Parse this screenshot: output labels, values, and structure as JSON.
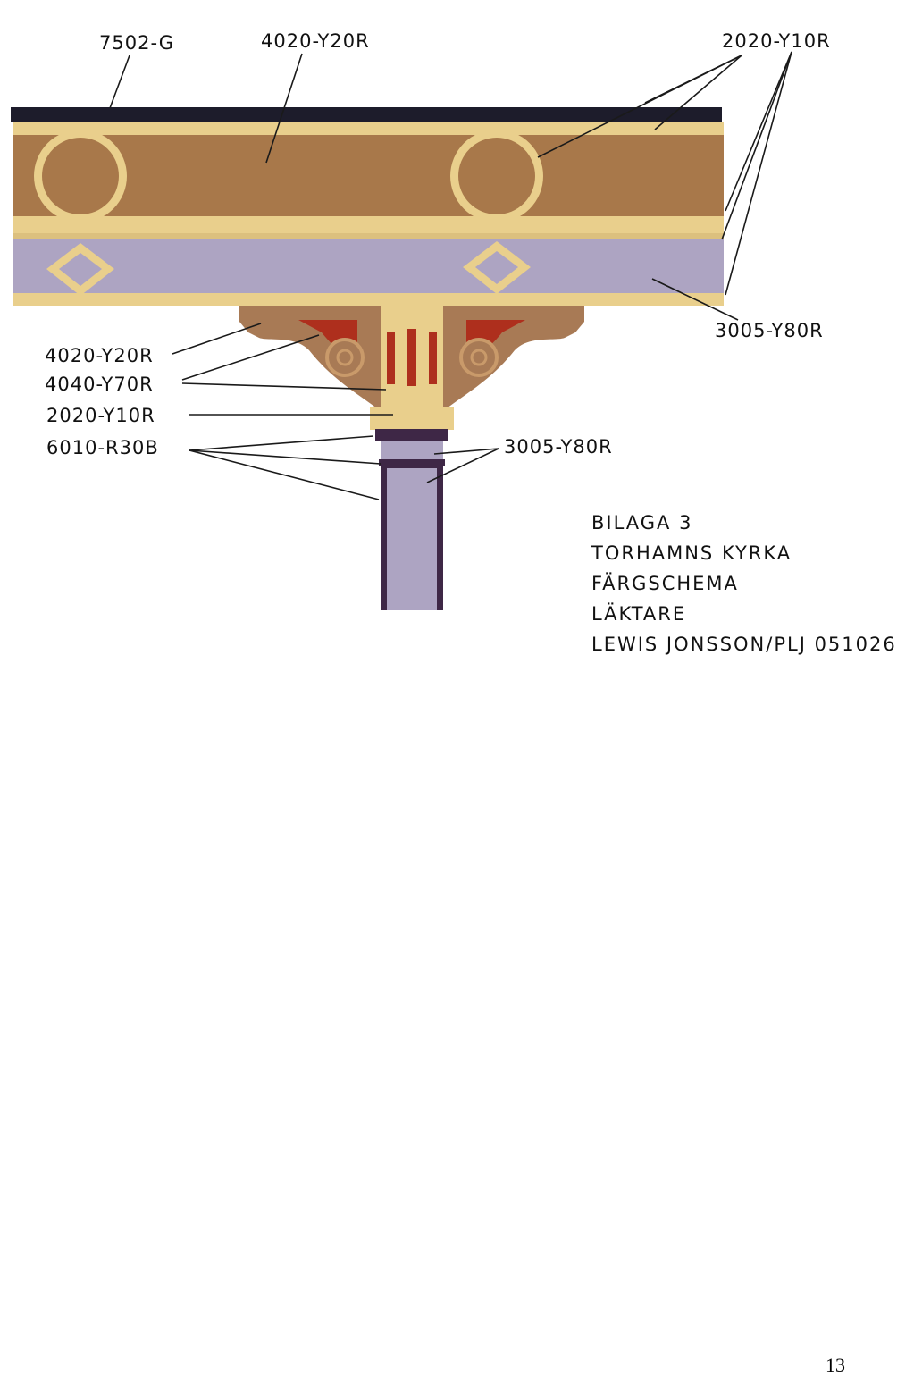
{
  "labels": {
    "top_left": "7502-G",
    "top_mid": "4020-Y20R",
    "top_right": "2020-Y10R",
    "right_band": "3005-Y80R",
    "bracket_1": "4020-Y20R",
    "bracket_2": "4040-Y70R",
    "bracket_3": "2020-Y10R",
    "bracket_4": "6010-R30B",
    "column_right": "3005-Y80R"
  },
  "title_block": {
    "line1": "BILAGA 3",
    "line2": "TORHAMNS KYRKA",
    "line3": "FÄRGSCHEMA",
    "line4": "LÄKTARE",
    "line5": "LEWIS JONSSON/PLJ 051026"
  },
  "page_number": "13",
  "colors": {
    "cap": "#1d1c2b",
    "brown": "#a8784a",
    "cream": "#e9cf8c",
    "lavender": "#ada4c2",
    "red": "#ae2f1d",
    "purple": "#3e2746",
    "bracket_brown": "#a87a55"
  }
}
